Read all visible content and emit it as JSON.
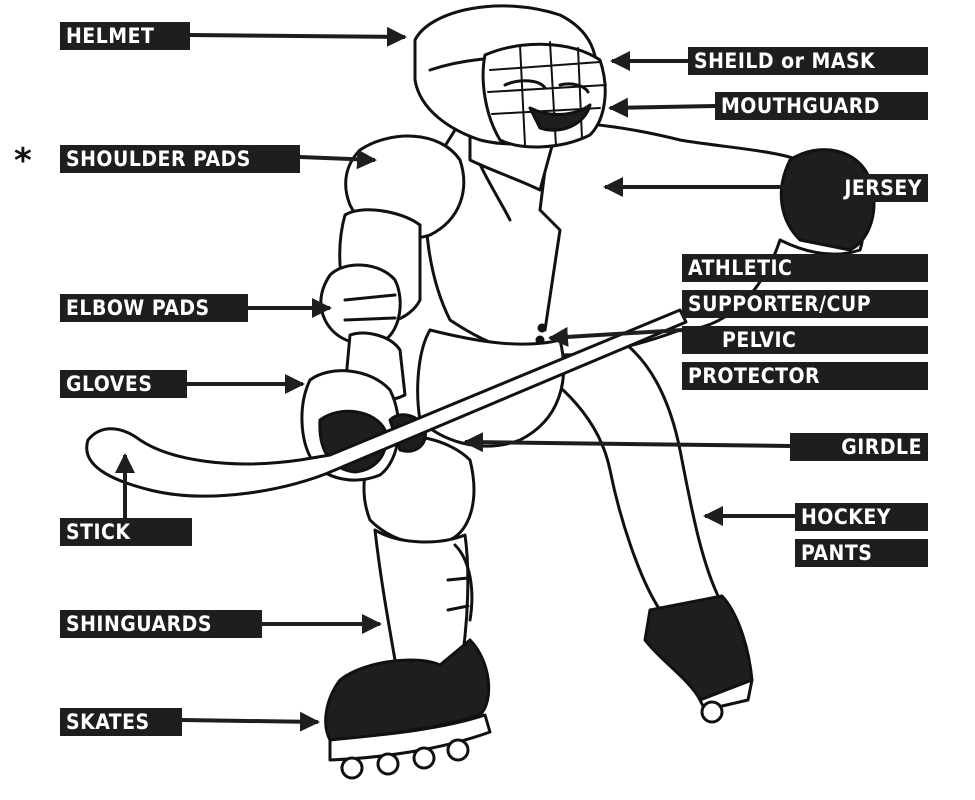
{
  "asterisk": "*",
  "labels": {
    "helmet": "HELMET",
    "shoulder_pads": "SHOULDER PADS",
    "elbow_pads": "ELBOW PADS",
    "gloves": "GLOVES",
    "stick": "STICK",
    "shinguards": "SHINGUARDS",
    "skates": "SKATES",
    "shield_or_mask": "SHEILD or MASK",
    "mouthguard": "MOUTHGUARD",
    "jersey": "JERSEY",
    "athletic": "ATHLETIC",
    "supporter_cup": "SUPPORTER/CUP",
    "pelvic": "PELVIC",
    "protector": "PROTECTOR",
    "girdle": "GIRDLE",
    "hockey": "HOCKEY",
    "pants": "PANTS"
  }
}
